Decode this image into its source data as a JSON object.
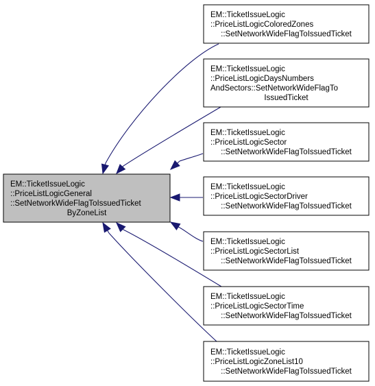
{
  "graph": {
    "center_node": {
      "lines": [
        "EM::TicketIssueLogic",
        "::PriceListLogicGeneral",
        "::SetNetworkWideFlagToIssuedTicket",
        "ByZoneList"
      ],
      "fill": "#bfbfbf"
    },
    "caller_nodes": [
      {
        "lines": [
          "EM::TicketIssueLogic",
          "::PriceListLogicColoredZones",
          "::SetNetworkWideFlagToIssuedTicket"
        ]
      },
      {
        "lines": [
          "EM::TicketIssueLogic",
          "::PriceListLogicDaysNumbers",
          "AndSectors::SetNetworkWideFlagTo",
          "IssuedTicket"
        ]
      },
      {
        "lines": [
          "EM::TicketIssueLogic",
          "::PriceListLogicSector",
          "::SetNetworkWideFlagToIssuedTicket"
        ]
      },
      {
        "lines": [
          "EM::TicketIssueLogic",
          "::PriceListLogicSectorDriver",
          "::SetNetworkWideFlagToIssuedTicket"
        ]
      },
      {
        "lines": [
          "EM::TicketIssueLogic",
          "::PriceListLogicSectorList",
          "::SetNetworkWideFlagToIssuedTicket"
        ]
      },
      {
        "lines": [
          "EM::TicketIssueLogic",
          "::PriceListLogicSectorTime",
          "::SetNetworkWideFlagToIssuedTicket"
        ]
      },
      {
        "lines": [
          "EM::TicketIssueLogic",
          "::PriceListLogicZoneList10",
          "::SetNetworkWideFlagToIssuedTicket"
        ]
      }
    ],
    "colors": {
      "edge": "#191970",
      "node_border": "#000000",
      "node_fill": "#ffffff"
    }
  }
}
